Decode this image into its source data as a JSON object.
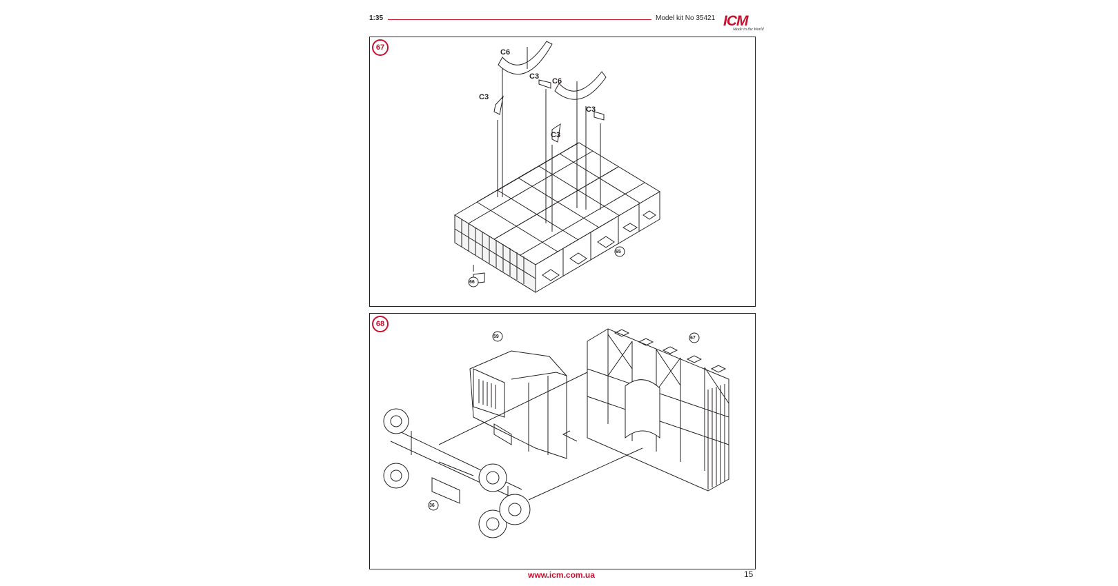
{
  "header": {
    "scale": "1:35",
    "kit_number": "Model kit No 35421"
  },
  "logo": {
    "brand": "ICM",
    "tagline": "Made in the World"
  },
  "steps": [
    {
      "number": "67",
      "part_labels": [
        "C6",
        "C3",
        "C3",
        "C6",
        "C3",
        "C3"
      ],
      "refs": [
        "65",
        "66"
      ]
    },
    {
      "number": "68",
      "refs": [
        "59",
        "67",
        "36"
      ]
    }
  ],
  "footer": {
    "website": "www.icm.com.ua",
    "page_number": "15"
  },
  "colors": {
    "accent": "#c8102e",
    "ink": "#231f20"
  }
}
